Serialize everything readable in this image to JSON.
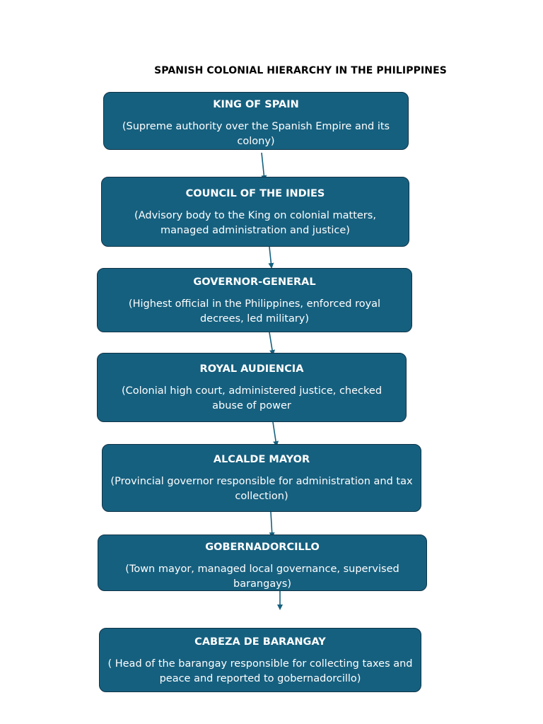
{
  "title": "SPANISH COLONIAL HIERARCHY IN THE PHILIPPINES",
  "colors": {
    "node_fill": "#16607f",
    "node_border": "#0e3347",
    "text": "#ffffff",
    "arrow": "#16607f"
  },
  "nodes": [
    {
      "title": "KING OF SPAIN",
      "desc": "(Supreme authority over the Spanish Empire and its colony)"
    },
    {
      "title": "COUNCIL OF THE INDIES",
      "desc": "(Advisory body to the King on colonial matters, managed administration and justice)"
    },
    {
      "title": "GOVERNOR-GENERAL",
      "desc": "(Highest official in the Philippines, enforced royal decrees, led military)"
    },
    {
      "title": "ROYAL AUDIENCIA",
      "desc": "(Colonial high court, administered justice, checked abuse of power"
    },
    {
      "title": "ALCALDE MAYOR",
      "desc": "(Provincial governor responsible for administration and tax collection)"
    },
    {
      "title": "GOBERNADORCILLO",
      "desc": "(Town mayor, managed local governance, supervised barangays)"
    },
    {
      "title": "CABEZA DE BARANGAY",
      "desc": "( Head of the barangay responsible for collecting taxes and peace and reported to gobernadorcillo)"
    }
  ]
}
